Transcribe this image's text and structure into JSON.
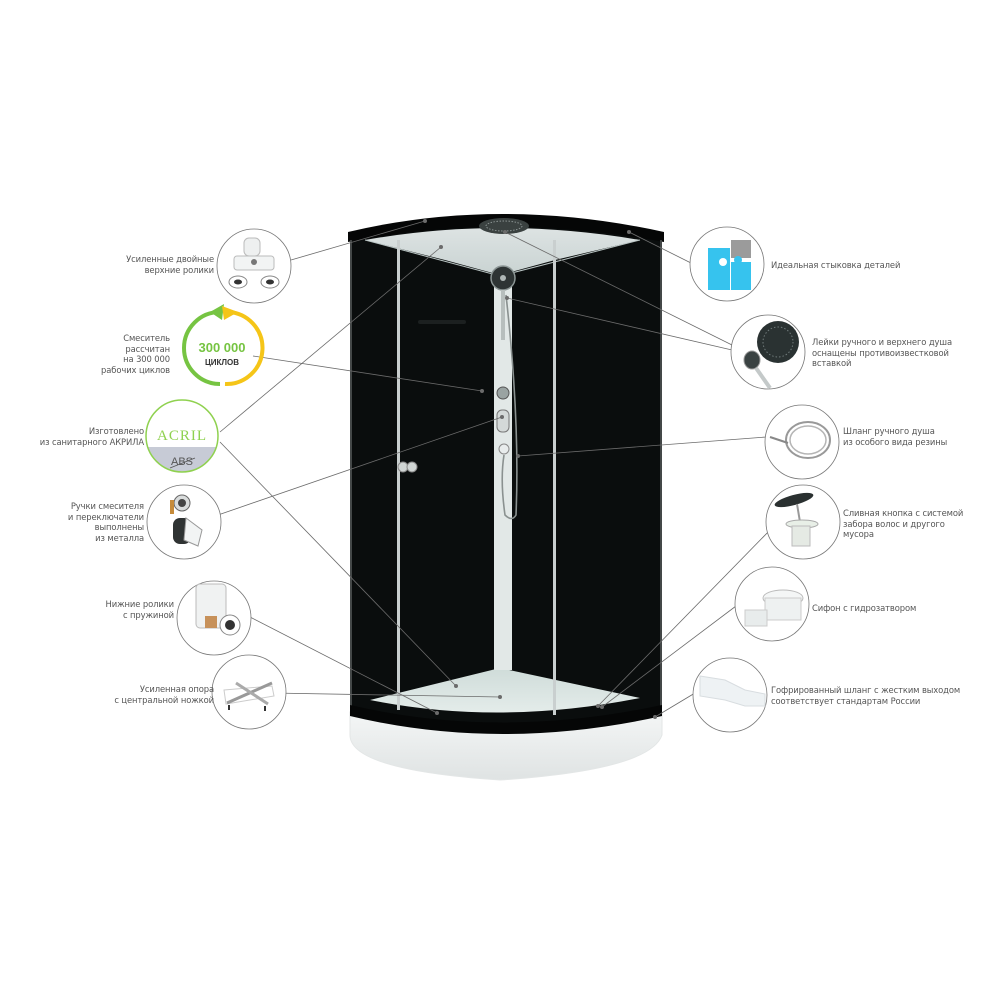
{
  "product": {
    "name": "Shower cabin (quarter-circle, black panels)",
    "colors": {
      "panel": "#0a0d0d",
      "frame": "#d9dcdc",
      "tray": "#e9eeec",
      "callout_line": "#6b6b6b",
      "acril_green": "#8fd14f",
      "cycle_green": "#76c442",
      "cycle_yellow": "#f5c518",
      "puzzle_blue": "#36c3ee",
      "puzzle_gray": "#9b9b9b"
    }
  },
  "callouts_left": [
    {
      "id": "top-rollers",
      "lines": [
        "Усиленные двойные",
        "верхние ролики"
      ],
      "icon": "double-roller-icon"
    },
    {
      "id": "mixer-cycles",
      "lines": [
        "Смеситель",
        "рассчитан",
        "на 300 000",
        "рабочих циклов"
      ],
      "icon": "cycle-badge-icon",
      "badge_number": "300 000",
      "badge_unit": "циклов"
    },
    {
      "id": "acrylic",
      "lines": [
        "Изготовлено",
        "из санитарного АКРИЛА"
      ],
      "icon": "acril-abs-icon",
      "badge_top": "ACRIL",
      "badge_bottom": "ABS"
    },
    {
      "id": "metal-handles",
      "lines": [
        "Ручки смесителя",
        "и переключатели",
        "выполнены",
        "из металла"
      ],
      "icon": "mixer-handles-icon"
    },
    {
      "id": "bottom-rollers",
      "lines": [
        "Нижние ролики",
        "с пружиной"
      ],
      "icon": "spring-roller-icon"
    },
    {
      "id": "support",
      "lines": [
        "Усиленная опора",
        "с центральной ножкой"
      ],
      "icon": "support-frame-icon"
    }
  ],
  "callouts_right": [
    {
      "id": "fit",
      "lines": [
        "Идеальная стыковка деталей"
      ],
      "icon": "puzzle-icon"
    },
    {
      "id": "shower-heads",
      "lines": [
        "Лейки ручного и верхнего душа",
        "оснащены противоизвестковой",
        "вставкой"
      ],
      "icon": "shower-heads-icon"
    },
    {
      "id": "hose",
      "lines": [
        "Шланг ручного душа",
        "из особого вида резины"
      ],
      "icon": "shower-hose-icon"
    },
    {
      "id": "drain",
      "lines": [
        "Сливная кнопка с системой",
        "забора волос и другого",
        "мусора"
      ],
      "icon": "drain-button-icon"
    },
    {
      "id": "siphon",
      "lines": [
        "Сифон с гидрозатвором"
      ],
      "icon": "siphon-icon"
    },
    {
      "id": "corrugated-hose",
      "lines": [
        "Гофрированный шланг с жестким выходом",
        "соответствует стандартам России"
      ],
      "icon": "corrugated-hose-icon"
    }
  ]
}
